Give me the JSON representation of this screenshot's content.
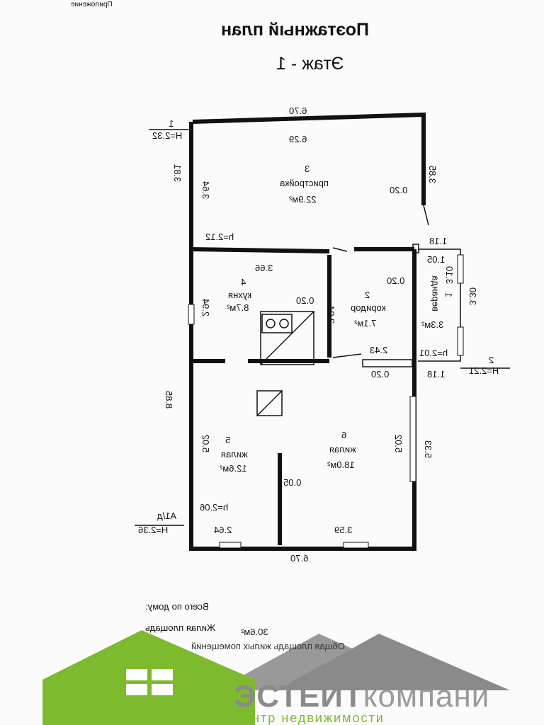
{
  "header": {
    "corner_text": "Приложение",
    "title": "Поэтажный план",
    "floor": "Этаж - 1"
  },
  "rooms": [
    {
      "num": "3",
      "name": "пристройка",
      "area": "22.9м²"
    },
    {
      "num": "4",
      "name": "кухня",
      "area": "8.7м²"
    },
    {
      "num": "2",
      "name": "коридор",
      "area": "7.1м²"
    },
    {
      "num": "1",
      "name": "веранда",
      "area": "3.3м²"
    },
    {
      "num": "5",
      "name": "жилая",
      "area": "12.6м²"
    },
    {
      "num": "6",
      "name": "жилая",
      "area": "18.0м²"
    }
  ],
  "dims": {
    "top_outer": "6.70",
    "top_inner": "6.29",
    "left_annex": "3.81",
    "left_annex_inner": "3.64",
    "right_annex": "3.85",
    "annex_wall": "0.20",
    "annex_h": "h=2.12",
    "kitchen_w": "3.66",
    "kitchen_h": "2.94",
    "kitchen_wall": "0.20",
    "corridor_h": "2.94",
    "corridor_wall": "0.20",
    "veranda_top": "1.18",
    "veranda_in": "1.05",
    "veranda_side": "3.10",
    "veranda_outer": "3.30",
    "veranda_hh": "h=2.01",
    "veranda_bottom": "1.18",
    "corridor_w": "2.43",
    "wall_020": "0.20",
    "left_total": "8.85",
    "room5_h": "5.02",
    "room6_h": "5.02",
    "right_h": "5.33",
    "partition": "0.05",
    "h_main": "h=2.06",
    "room5_w": "2.64",
    "room6_w": "3.59",
    "bottom_outer": "6.70"
  },
  "marks": {
    "m1_num": "1",
    "m1_h": "H=2.32",
    "m2_num": "2",
    "m2_h": "H=2.21",
    "m3_num": "А1/д",
    "m3_h": "H=2.36"
  },
  "summary": {
    "label": "Всего по дому:",
    "living_label": "Жилая площадь",
    "living_value": "30.6м²",
    "total_label": "Общая площадь жилых помещений"
  },
  "logo": {
    "name": "ЭСТЕЙТ",
    "name2": "компани",
    "tagline": "центр недвижимости",
    "green": "#7dba2e",
    "gray": "#8a8a8a"
  }
}
